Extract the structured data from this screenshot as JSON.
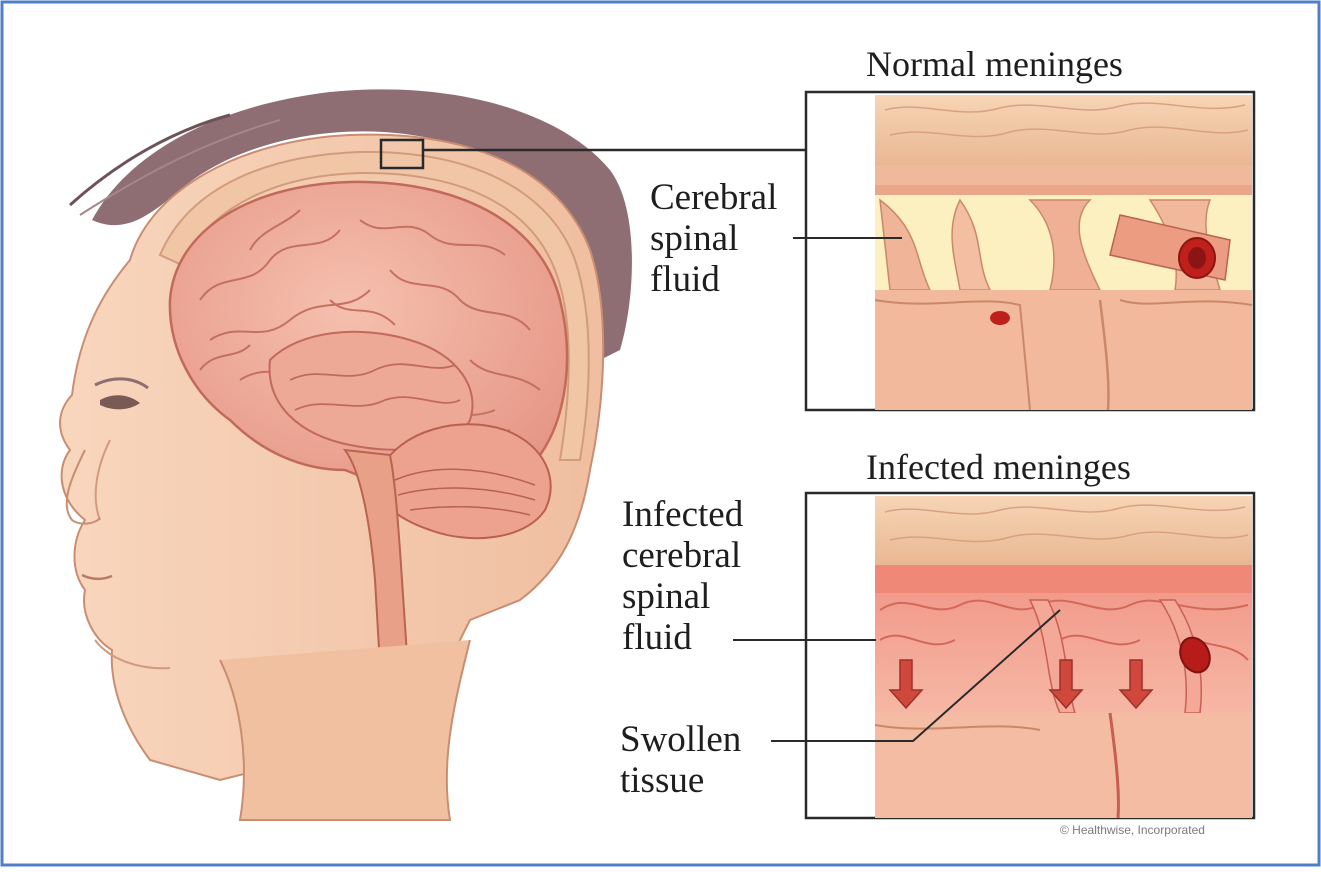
{
  "labels": {
    "normal_title": "Normal meninges",
    "infected_title": "Infected meninges",
    "csf": [
      "Cerebral",
      "spinal",
      "fluid"
    ],
    "infected_csf": [
      "Infected",
      "cerebral",
      "spinal",
      "fluid"
    ],
    "swollen": [
      "Swollen",
      "tissue"
    ],
    "credit": "© Healthwise, Incorporated"
  },
  "colors": {
    "frame_border": "#4f7fc8",
    "skin": "#f4c7aa",
    "skin_shadow": "#e2a487",
    "hair": "#8a6a70",
    "brain": "#eda593",
    "brain_fold": "#c9705f",
    "tissue": "#f2b99c",
    "csf_normal": "#fcefc0",
    "tissue_infected": "#ee8f80",
    "vessel": "#c0201c",
    "line": "#2a2a2a"
  },
  "icons": [
    "down-arrow-icon"
  ]
}
